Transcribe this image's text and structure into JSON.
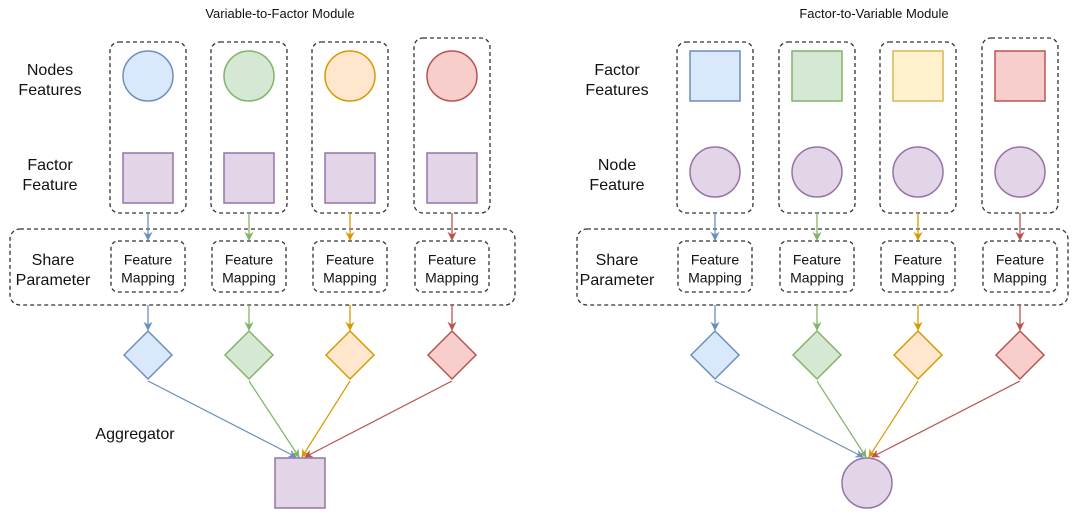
{
  "colors": {
    "blue": {
      "fill": "#dae8fc",
      "stroke": "#6c8ebf"
    },
    "green": {
      "fill": "#d5e8d4",
      "stroke": "#82b366"
    },
    "orange": {
      "fill": "#ffe6cc",
      "stroke": "#d79b00"
    },
    "yellow": {
      "fill": "#fff2cc",
      "stroke": "#d6b656"
    },
    "red": {
      "fill": "#f8cecc",
      "stroke": "#b85450"
    },
    "purple": {
      "fill": "#e1d5e7",
      "stroke": "#9673a6"
    },
    "dashed_border": "#333333"
  },
  "modules": [
    {
      "title": "Variable-to-Factor Module",
      "row1_label": [
        "Nodes",
        "Features"
      ],
      "row2_label": [
        "Factor",
        "Feature"
      ],
      "share_label": [
        "Share",
        "Parameter"
      ],
      "mapping_label": [
        "Feature",
        "Mapping"
      ],
      "aggregator_label": "Aggregator",
      "top_shape": "circle",
      "top_colors": [
        "blue",
        "green",
        "orange",
        "red"
      ],
      "second_shape": "square",
      "second_color": "purple",
      "diamond_colors": [
        "blue",
        "green",
        "orange",
        "red"
      ],
      "output_shape": "square",
      "output_color": "purple"
    },
    {
      "title": "Factor-to-Variable Module",
      "row1_label": [
        "Factor",
        "Features"
      ],
      "row2_label": [
        "Node",
        "Feature"
      ],
      "share_label": [
        "Share",
        "Parameter"
      ],
      "mapping_label": [
        "Feature",
        "Mapping"
      ],
      "aggregator_label": "",
      "top_shape": "square",
      "top_colors": [
        "blue",
        "green",
        "yellow",
        "red"
      ],
      "second_shape": "circle",
      "second_color": "purple",
      "diamond_colors": [
        "blue",
        "green",
        "orange",
        "red"
      ],
      "output_shape": "circle",
      "output_color": "purple"
    }
  ]
}
